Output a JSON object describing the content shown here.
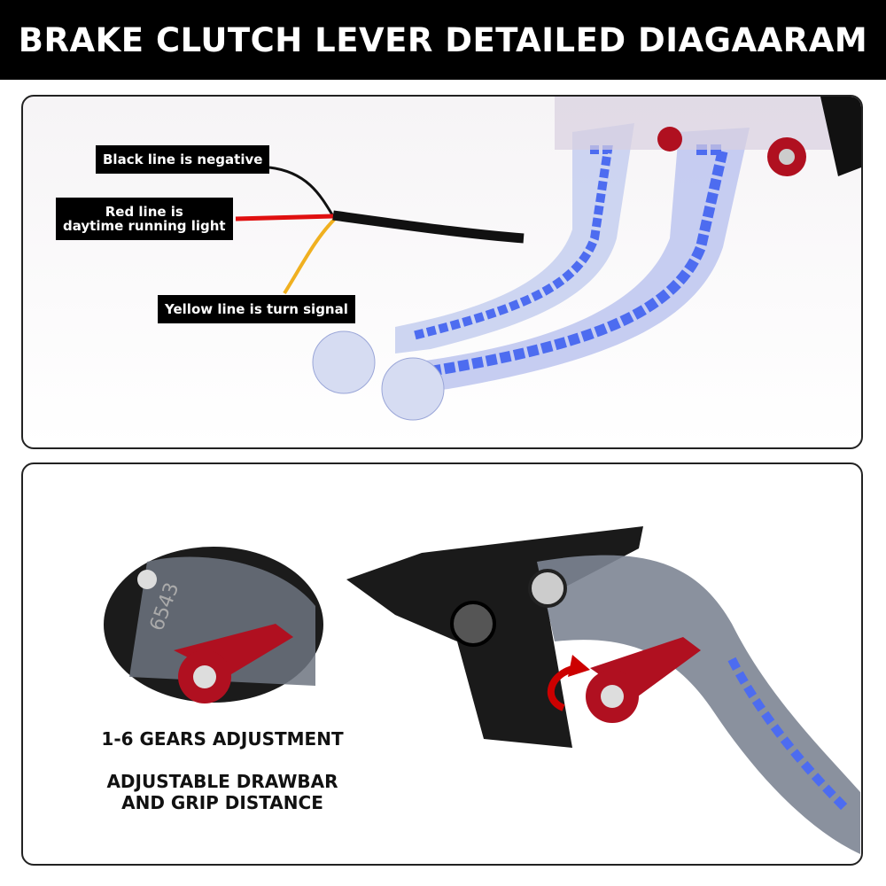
{
  "header": {
    "title": "BRAKE CLUTCH LEVER DETAILED DIAGAARAM"
  },
  "wiring_panel": {
    "labels": {
      "black": "Black line is negative",
      "red_line1": "Red line is",
      "red_line2": "daytime running light",
      "yellow": "Yellow line is turn signal"
    },
    "colors": {
      "black_wire": "#111111",
      "red_wire": "#e01010",
      "yellow_wire": "#f0b020",
      "led": "#4d6cf0"
    }
  },
  "adjust_panel": {
    "feature1": "1-6 GEARS ADJUSTMENT",
    "feature2_line1": "ADJUSTABLE DRAWBAR",
    "feature2_line2": "AND GRIP DISTANCE",
    "dial_numbers": "6543",
    "colors": {
      "knob": "#b01020",
      "body": "#1a1a1a",
      "lever": "#8a94a8"
    }
  }
}
